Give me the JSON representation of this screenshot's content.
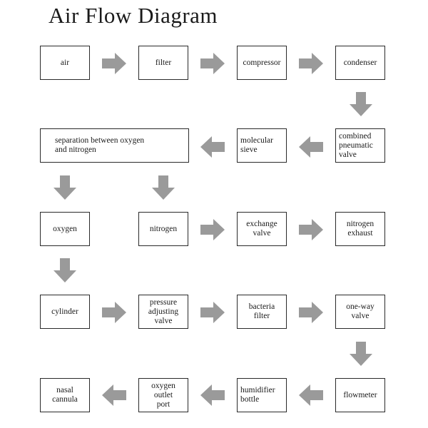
{
  "title": "Air Flow Diagram",
  "colors": {
    "arrow": "#9a9a9a",
    "box_border": "#2a2a2a",
    "text": "#1a1a1a"
  },
  "nodes": {
    "air": "air",
    "filter": "filter",
    "compressor": "compressor",
    "condenser": "condenser",
    "combined_valve": "combined\npneumatic\nvalve",
    "molecular_sieve": "molecular\nsieve",
    "separation": "separation between oxygen\nand nitrogen",
    "oxygen": "oxygen",
    "nitrogen": "nitrogen",
    "exchange_valve": "exchange\nvalve",
    "nitrogen_exhaust": "nitrogen\nexhaust",
    "cylinder": "cylinder",
    "pressure_valve": "pressure\nadjusting\nvalve",
    "bacteria_filter": "bacteria\nfilter",
    "oneway_valve": "one-way\nvalve",
    "flowmeter": "flowmeter",
    "humidifier": "humidifier\nbottle",
    "outlet_port": "oxygen\noutlet\nport",
    "nasal_cannula": "nasal\ncannula"
  }
}
